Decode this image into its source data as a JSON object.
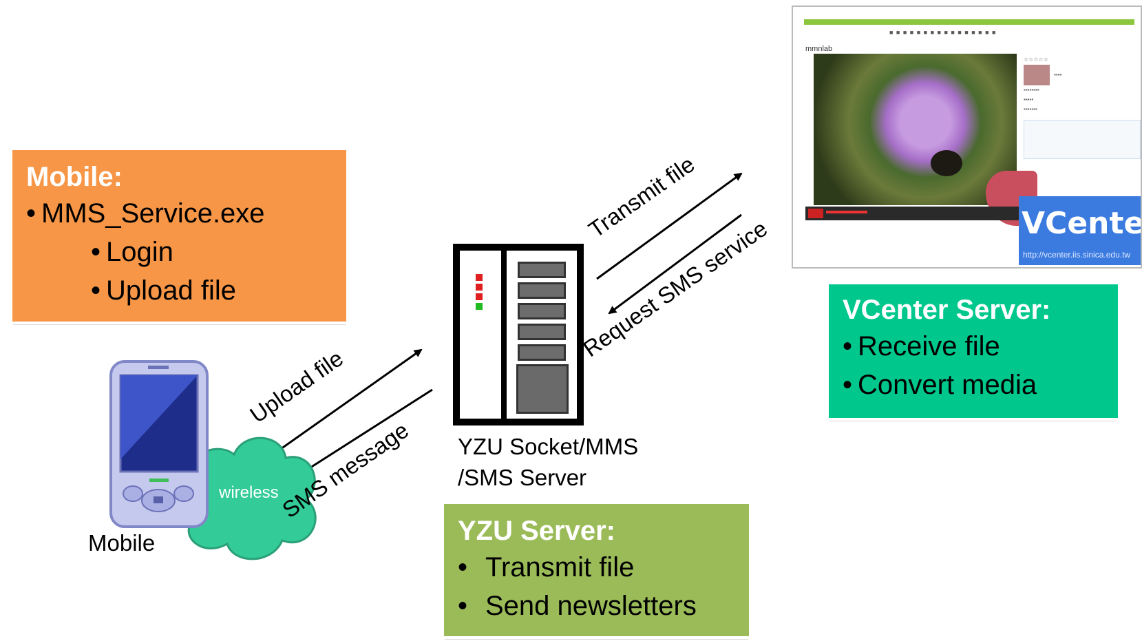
{
  "mobile_box": {
    "title": "Mobile:",
    "items": [
      "MMS_Service.exe",
      "Login",
      "Upload file"
    ]
  },
  "vcenter_box": {
    "title": "VCenter Server:",
    "items": [
      "Receive file",
      "Convert media"
    ]
  },
  "yzu_box": {
    "title": "YZU Server:",
    "items": [
      "Transmit file",
      "Send newsletters"
    ]
  },
  "server_label": [
    "YZU Socket/MMS",
    "/SMS Server"
  ],
  "device_label": "Mobile",
  "cloud_label": "wireless",
  "arrows": {
    "upload": "Upload file",
    "sms": "SMS message",
    "transmit": "Transmit file",
    "request": "Request SMS service"
  },
  "vcenter_logo": {
    "name": "VCenter",
    "url": "http://vcenter.iis.sinica.edu.tw"
  },
  "colors": {
    "mobile": "#f79646",
    "vcenter": "#00c78c",
    "yzu": "#9bbb59",
    "device": "#9aa0d8",
    "cloud": "#33cc99"
  }
}
